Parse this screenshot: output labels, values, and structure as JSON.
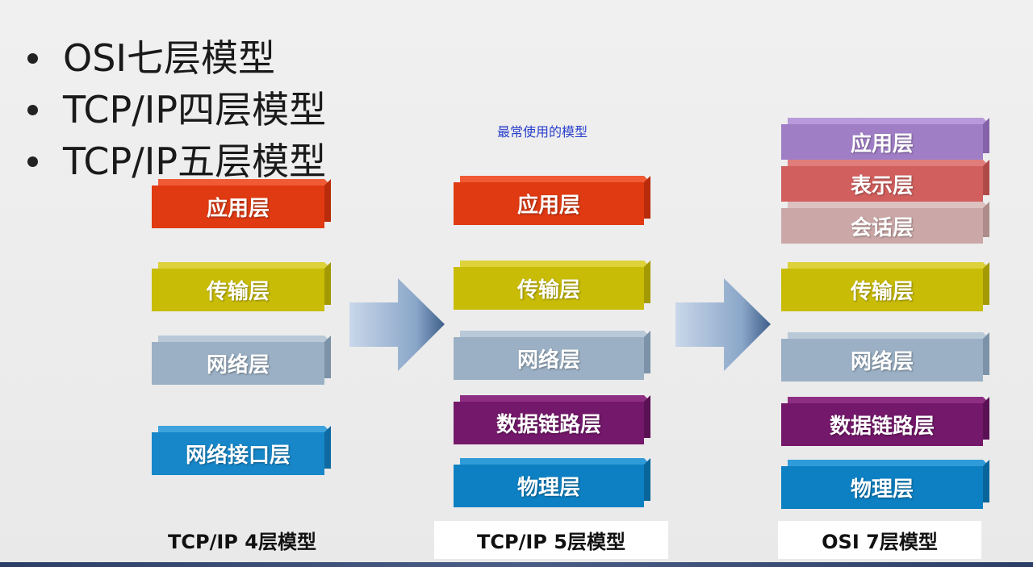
{
  "bullets": [
    "OSI七层模型",
    "TCP/IP四层模型",
    "TCP/IP五层模型"
  ],
  "note": "最常使用的模型",
  "models": {
    "tcpip4": {
      "caption": "TCP/IP 4层模型",
      "layers": [
        "应用层",
        "传输层",
        "网络层",
        "网络接口层"
      ]
    },
    "tcpip5": {
      "caption": "TCP/IP 5层模型",
      "layers": [
        "应用层",
        "传输层",
        "网络层",
        "数据链路层",
        "物理层"
      ]
    },
    "osi7": {
      "caption": "OSI 7层模型",
      "layers": [
        "应用层",
        "表示层",
        "会话层",
        "传输层",
        "网络层",
        "数据链路层",
        "物理层"
      ]
    }
  },
  "colors": {
    "application": "#e03a13",
    "transport": "#c8bc06",
    "network": "#9bb0c4",
    "network_interface": "#1787c9",
    "data_link": "#73186a",
    "physical": "#0c80c2",
    "osi_application": "#a07ec6",
    "presentation": "#d15f5d",
    "session": "#cba8a7",
    "note_text": "#2a3fcc"
  }
}
